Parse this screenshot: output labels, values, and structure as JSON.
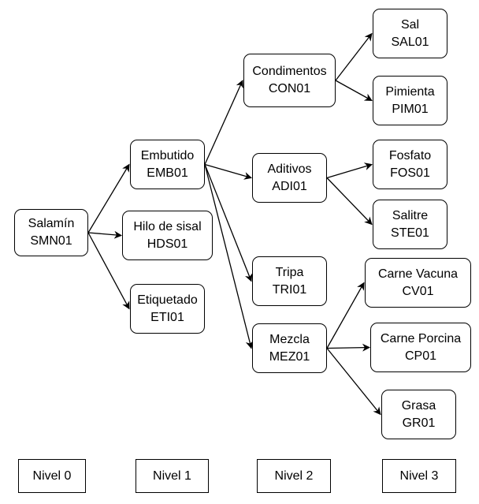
{
  "nodes": {
    "smn01": {
      "name": "Salamín",
      "code": "SMN01"
    },
    "emb01": {
      "name": "Embutido",
      "code": "EMB01"
    },
    "hds01": {
      "name": "Hilo de sisal",
      "code": "HDS01"
    },
    "eti01": {
      "name": "Etiquetado",
      "code": "ETI01"
    },
    "con01": {
      "name": "Condimentos",
      "code": "CON01"
    },
    "adi01": {
      "name": "Aditivos",
      "code": "ADI01"
    },
    "tri01": {
      "name": "Tripa",
      "code": "TRI01"
    },
    "mez01": {
      "name": "Mezcla",
      "code": "MEZ01"
    },
    "sal01": {
      "name": "Sal",
      "code": "SAL01"
    },
    "pim01": {
      "name": "Pimienta",
      "code": "PIM01"
    },
    "fos01": {
      "name": "Fosfato",
      "code": "FOS01"
    },
    "ste01": {
      "name": "Salitre",
      "code": "STE01"
    },
    "cv01": {
      "name": "Carne Vacuna",
      "code": "CV01"
    },
    "cp01": {
      "name": "Carne Porcina",
      "code": "CP01"
    },
    "gr01": {
      "name": "Grasa",
      "code": "GR01"
    }
  },
  "levels": [
    "Nivel 0",
    "Nivel 1",
    "Nivel 2",
    "Nivel 3"
  ],
  "edges": [
    [
      "smn01",
      "emb01"
    ],
    [
      "smn01",
      "hds01"
    ],
    [
      "smn01",
      "eti01"
    ],
    [
      "emb01",
      "con01"
    ],
    [
      "emb01",
      "adi01"
    ],
    [
      "emb01",
      "tri01"
    ],
    [
      "emb01",
      "mez01"
    ],
    [
      "con01",
      "sal01"
    ],
    [
      "con01",
      "pim01"
    ],
    [
      "adi01",
      "fos01"
    ],
    [
      "adi01",
      "ste01"
    ],
    [
      "mez01",
      "cv01"
    ],
    [
      "mez01",
      "cp01"
    ],
    [
      "mez01",
      "gr01"
    ]
  ]
}
